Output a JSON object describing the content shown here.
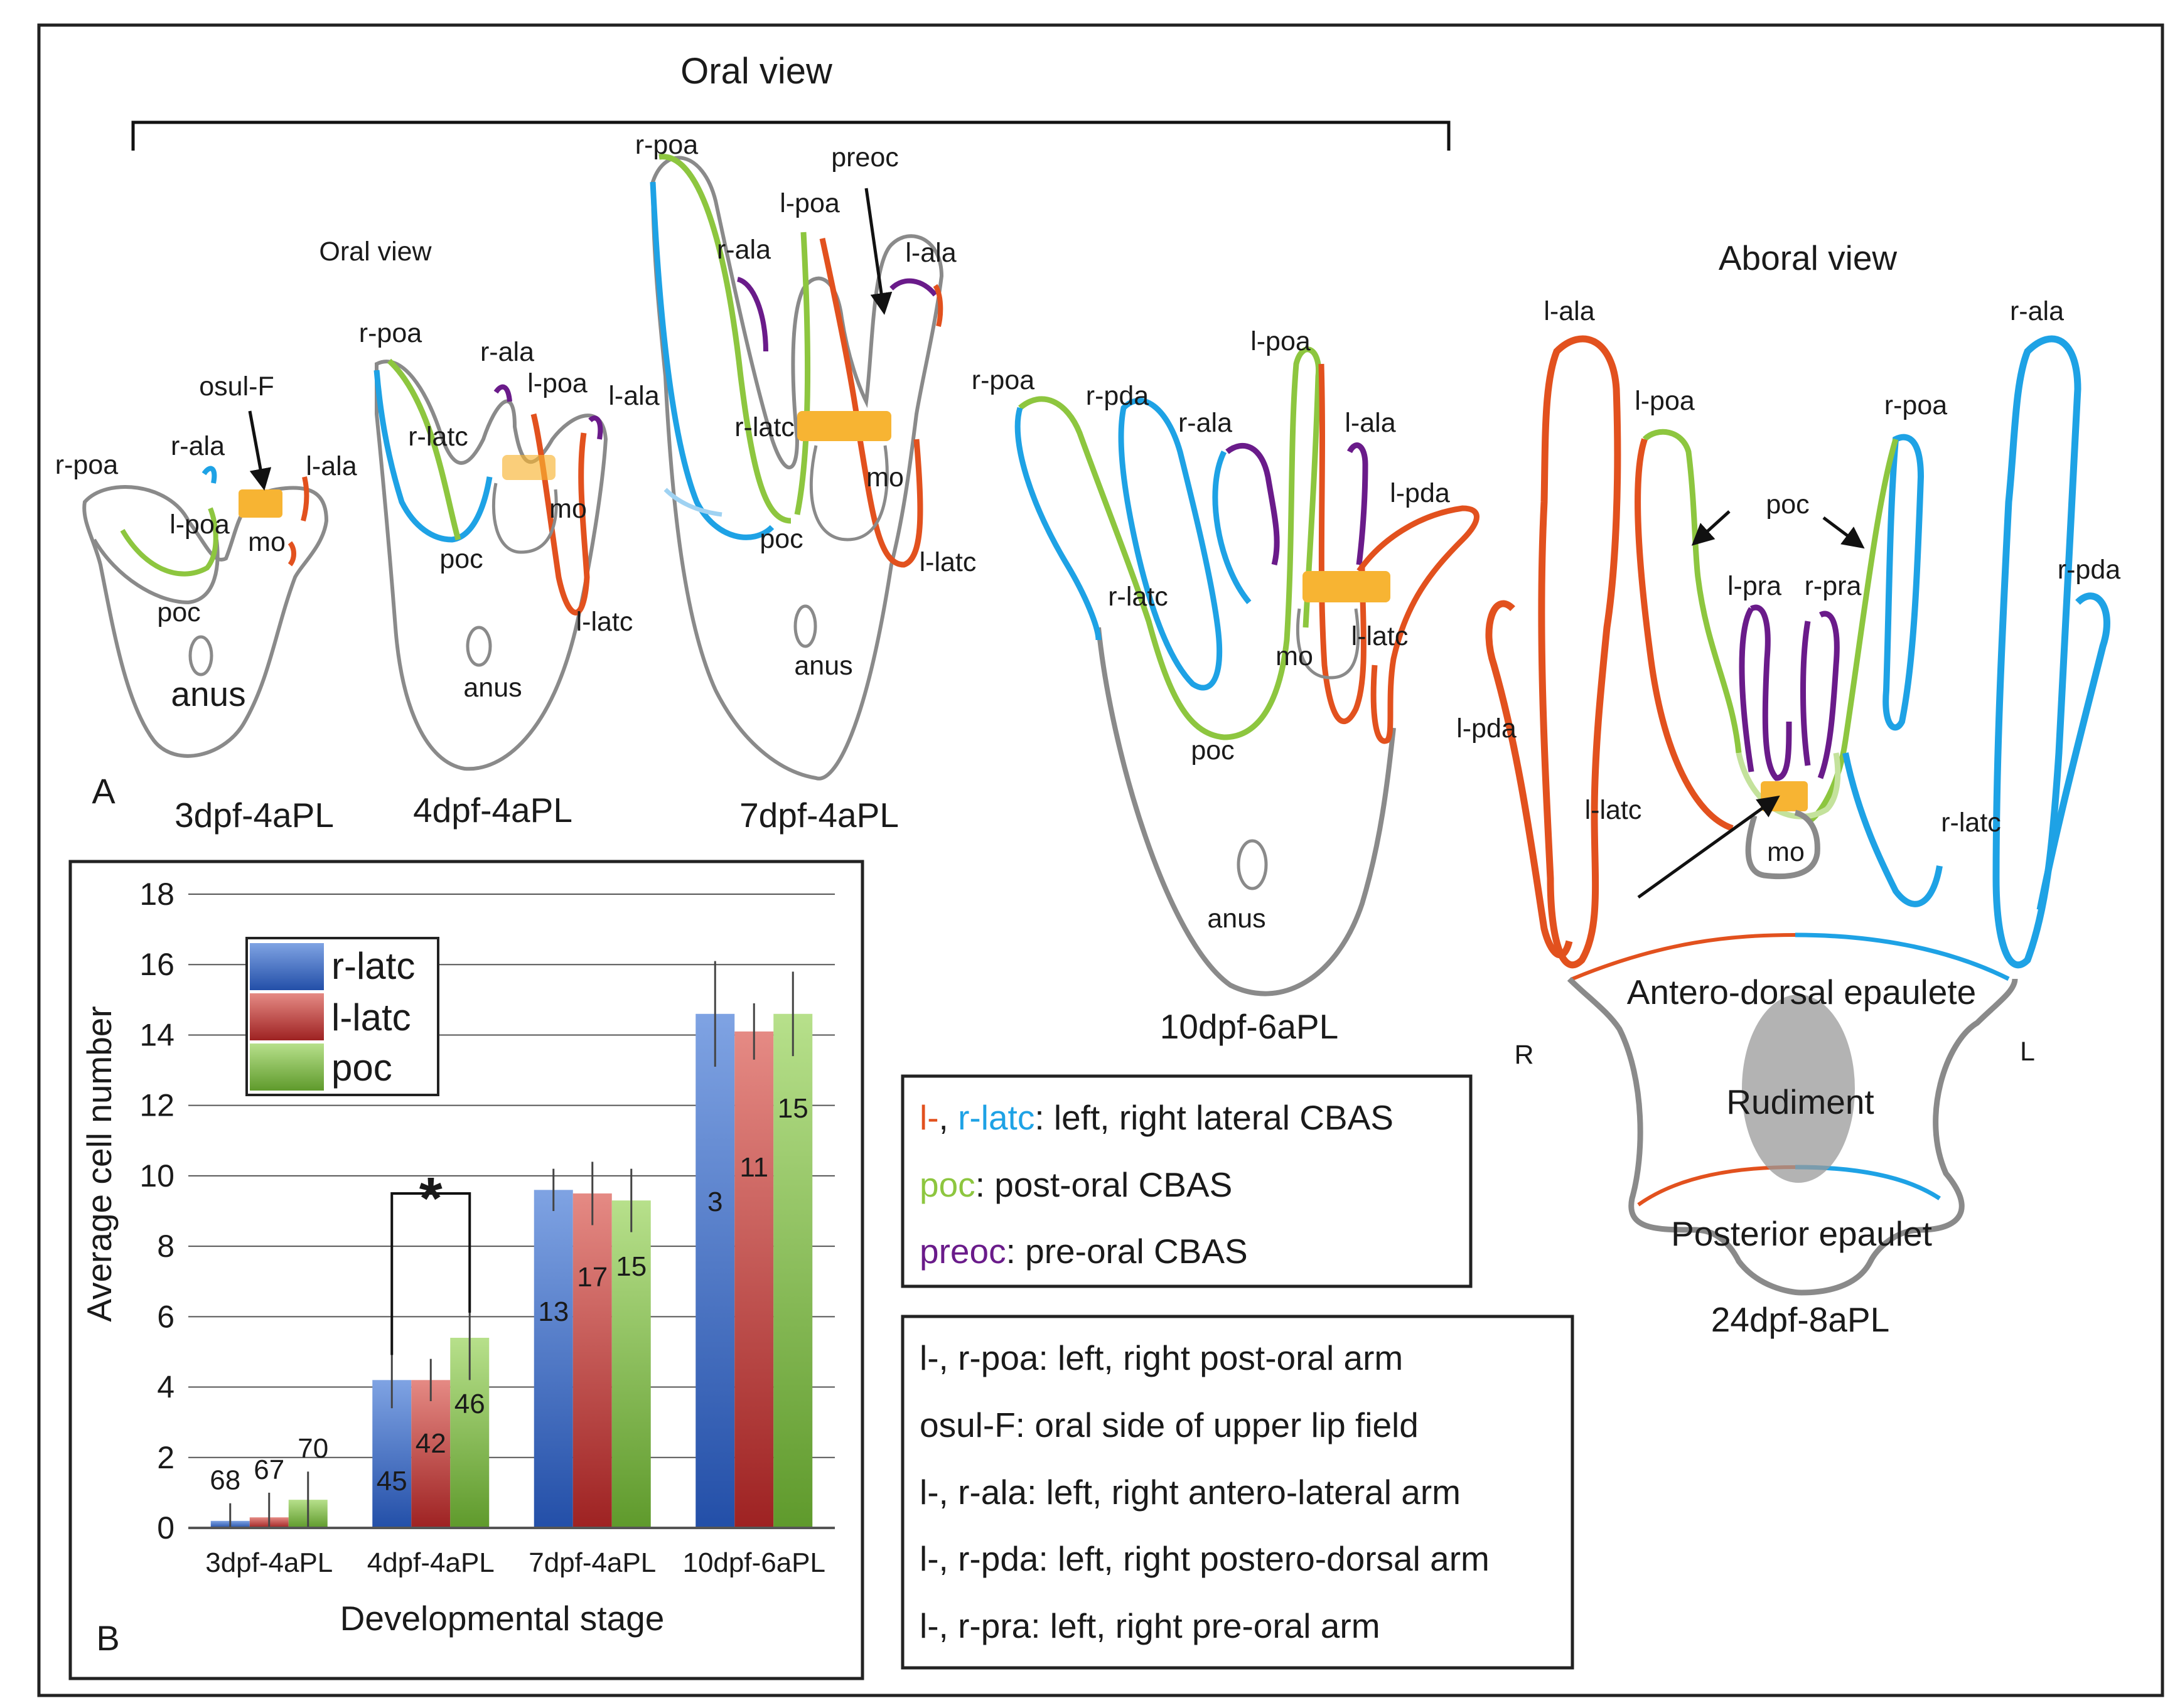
{
  "colors": {
    "left": "#e2511e",
    "right": "#1ea2e5",
    "poc": "#8dc63f",
    "preoc": "#6a1b8a",
    "osul": "#f7b433",
    "outline": "#8a8a8a",
    "bar_r_latc": "#3b6fc7",
    "bar_l_latc": "#c9473f",
    "bar_poc": "#8cc455"
  },
  "panel_a": {
    "letter": "A",
    "oral_view_bracket": "Oral view",
    "larva1": {
      "stage": "3dpf-4aPL",
      "view": "Oral view",
      "labels": {
        "r_poa": "r-poa",
        "r_ala": "r-ala",
        "osul_f": "osul-F",
        "l_ala": "l-ala",
        "l_poa": "l-poa",
        "mo": "mo",
        "poc": "poc",
        "anus": "anus"
      }
    },
    "larva2": {
      "stage": "4dpf-4aPL",
      "labels": {
        "r_poa": "r-poa",
        "r_ala": "r-ala",
        "l_poa": "l-poa",
        "l_ala": "l-ala",
        "r_latc": "r-latc",
        "mo": "mo",
        "poc": "poc",
        "l_latc": "l-latc",
        "anus": "anus"
      }
    },
    "larva3": {
      "stage": "7dpf-4aPL",
      "labels": {
        "r_poa": "r-poa",
        "preoc": "preoc",
        "l_poa": "l-poa",
        "r_ala": "r-ala",
        "l_ala": "l-ala",
        "r_latc": "r-latc",
        "mo": "mo",
        "poc": "poc",
        "l_latc": "l-latc",
        "anus": "anus"
      }
    },
    "larva4": {
      "stage": "10dpf-6aPL",
      "labels": {
        "r_poa": "r-poa",
        "r_pda": "r-pda",
        "r_ala": "r-ala",
        "l_poa": "l-poa",
        "l_ala": "l-ala",
        "l_pda": "l-pda",
        "r_latc": "r-latc",
        "l_latc": "l-latc",
        "mo": "mo",
        "poc": "poc",
        "anus": "anus"
      }
    },
    "larva5": {
      "stage": "24dpf-8aPL",
      "view": "Aboral view",
      "labels": {
        "l_ala": "l-ala",
        "r_ala": "r-ala",
        "l_poa": "l-poa",
        "r_poa": "r-poa",
        "poc": "poc",
        "l_pra": "l-pra",
        "r_pra": "r-pra",
        "r_pda": "r-pda",
        "l_pda": "l-pda",
        "l_latc": "l-latc",
        "r_latc": "r-latc",
        "mo": "mo",
        "antero_dorsal": "Antero-dorsal epaulete",
        "r": "R",
        "l": "L",
        "rudiment": "Rudiment",
        "posterior": "Posterior epaulet"
      }
    }
  },
  "legend1": {
    "line1": {
      "p1": "l-",
      "p2": ", ",
      "p3": "r-latc",
      "p4": ": left, right lateral CBAS"
    },
    "line2": {
      "p1": "poc",
      "p2": ": post-oral CBAS"
    },
    "line3": {
      "p1": "preoc",
      "p2": ": pre-oral CBAS"
    }
  },
  "legend2": [
    "l-, r-poa: left, right post-oral arm",
    "osul-F: oral side of upper lip field",
    "l-, r-ala: left, right antero-lateral arm",
    "l-, r-pda: left, right postero-dorsal arm",
    "l-, r-pra: left, right pre-oral arm"
  ],
  "chart_data": {
    "type": "bar",
    "panel_letter": "B",
    "categories": [
      "3dpf-4aPL",
      "4dpf-4aPL",
      "7dpf-4aPL",
      "10dpf-6aPL"
    ],
    "series": [
      {
        "name": "r-latc",
        "values": [
          0.2,
          4.2,
          9.6,
          14.6
        ],
        "errors": [
          0.5,
          0.8,
          0.6,
          1.5
        ],
        "n": [
          "68",
          "45",
          "13",
          "3"
        ]
      },
      {
        "name": "l-latc",
        "values": [
          0.3,
          4.2,
          9.5,
          14.1
        ],
        "errors": [
          0.7,
          0.6,
          0.9,
          0.8
        ],
        "n": [
          "67",
          "42",
          "17",
          "11"
        ]
      },
      {
        "name": "poc",
        "values": [
          0.8,
          5.4,
          9.3,
          14.6
        ],
        "errors": [
          0.8,
          1.2,
          0.9,
          1.2
        ],
        "n": [
          "70",
          "46",
          "15",
          "15"
        ]
      }
    ],
    "xlabel": "Developmental stage",
    "ylabel": "Average cell number",
    "ylim": [
      0,
      18
    ],
    "yticks": [
      "0",
      "2",
      "4",
      "6",
      "8",
      "10",
      "12",
      "14",
      "16",
      "18"
    ],
    "grid": true,
    "legend_position": "top-left",
    "significance": {
      "between": "4dpf-4aPL r-latc vs poc",
      "mark": "*"
    }
  }
}
